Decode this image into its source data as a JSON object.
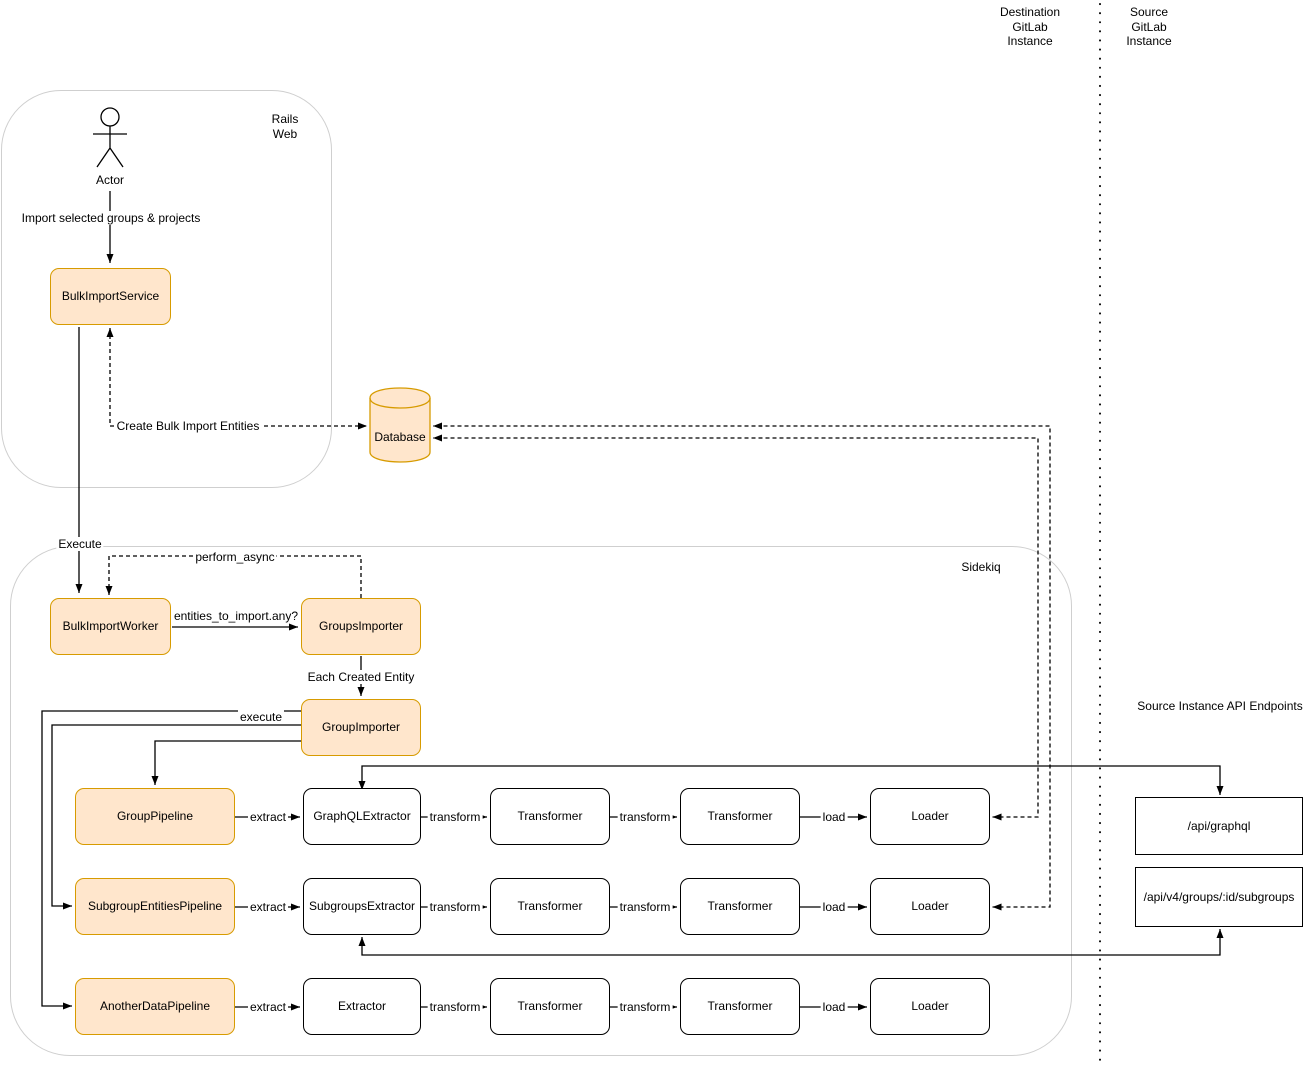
{
  "zones": {
    "destination_instance": "Destination\nGitLab\nInstance",
    "source_instance": "Source\nGitLab\nInstance",
    "rails_web": "Rails\nWeb",
    "sidekiq": "Sidekiq",
    "api_endpoints_title": "Source Instance API Endpoints"
  },
  "nodes": {
    "actor": "Actor",
    "bulk_import_service": "BulkImportService",
    "database": "Database",
    "bulk_import_worker": "BulkImportWorker",
    "groups_importer": "GroupsImporter",
    "group_importer": "GroupImporter",
    "group_pipeline": "GroupPipeline",
    "subgroup_entities_pipeline": "SubgroupEntitiesPipeline",
    "another_data_pipeline": "AnotherDataPipeline",
    "graphql_extractor": "GraphQLExtractor",
    "subgroups_extractor": "SubgroupsExtractor",
    "extractor": "Extractor",
    "transformer": "Transformer",
    "loader": "Loader",
    "api_graphql": "/api/graphql",
    "api_subgroups": "/api/v4/groups/:id/subgroups"
  },
  "edges": {
    "import_selected": "Import selected groups & projects",
    "create_entities": "Create Bulk Import Entities",
    "execute_main": "Execute",
    "perform_async": "perform_async",
    "entities_any": "entities_to_import.any?",
    "each_created_entity": "Each Created Entity",
    "execute_pipelines": "execute",
    "extract": "extract",
    "transform": "transform",
    "load": "load"
  },
  "colors": {
    "node_fill": "#FFE6CC",
    "node_border": "#D79B00",
    "box_border": "#000000",
    "container_border": "#CFCFCF",
    "line": "#000000"
  }
}
